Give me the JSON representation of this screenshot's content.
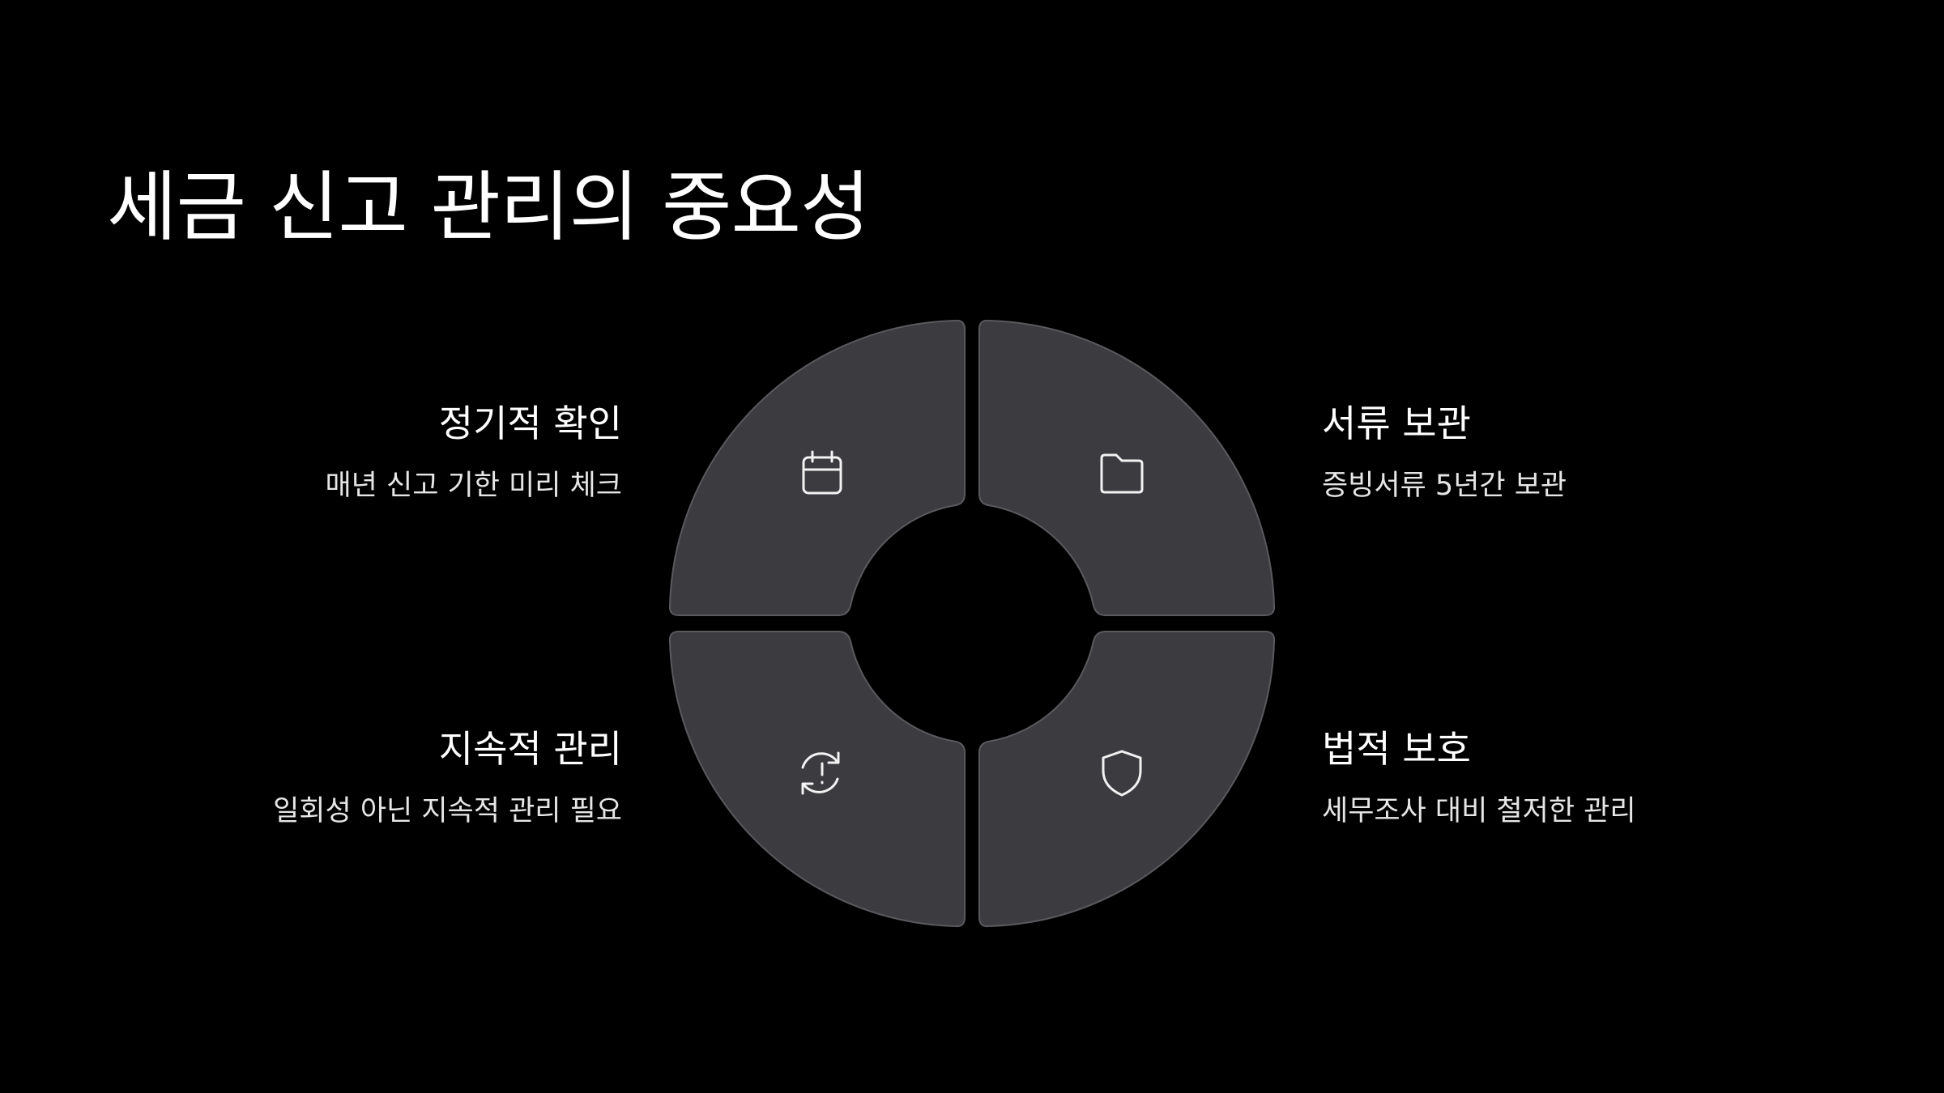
{
  "title": "세금 신고 관리의 중요성",
  "colors": {
    "background": "#000000",
    "segment_fill": "#3c3c40",
    "segment_stroke": "#5a5a5e",
    "text": "#ffffff",
    "icon_stroke": "#f2f2f2"
  },
  "segments": [
    {
      "position": "top-left",
      "heading": "정기적 확인",
      "description": "매년 신고 기한 미리 체크",
      "icon": "calendar-icon"
    },
    {
      "position": "top-right",
      "heading": "서류 보관",
      "description": "증빙서류 5년간 보관",
      "icon": "folder-icon"
    },
    {
      "position": "bottom-left",
      "heading": "지속적 관리",
      "description": "일회성 아닌 지속적 관리 필요",
      "icon": "refresh-alert-icon"
    },
    {
      "position": "bottom-right",
      "heading": "법적 보호",
      "description": "세무조사 대비 철저한 관리",
      "icon": "shield-icon"
    }
  ]
}
